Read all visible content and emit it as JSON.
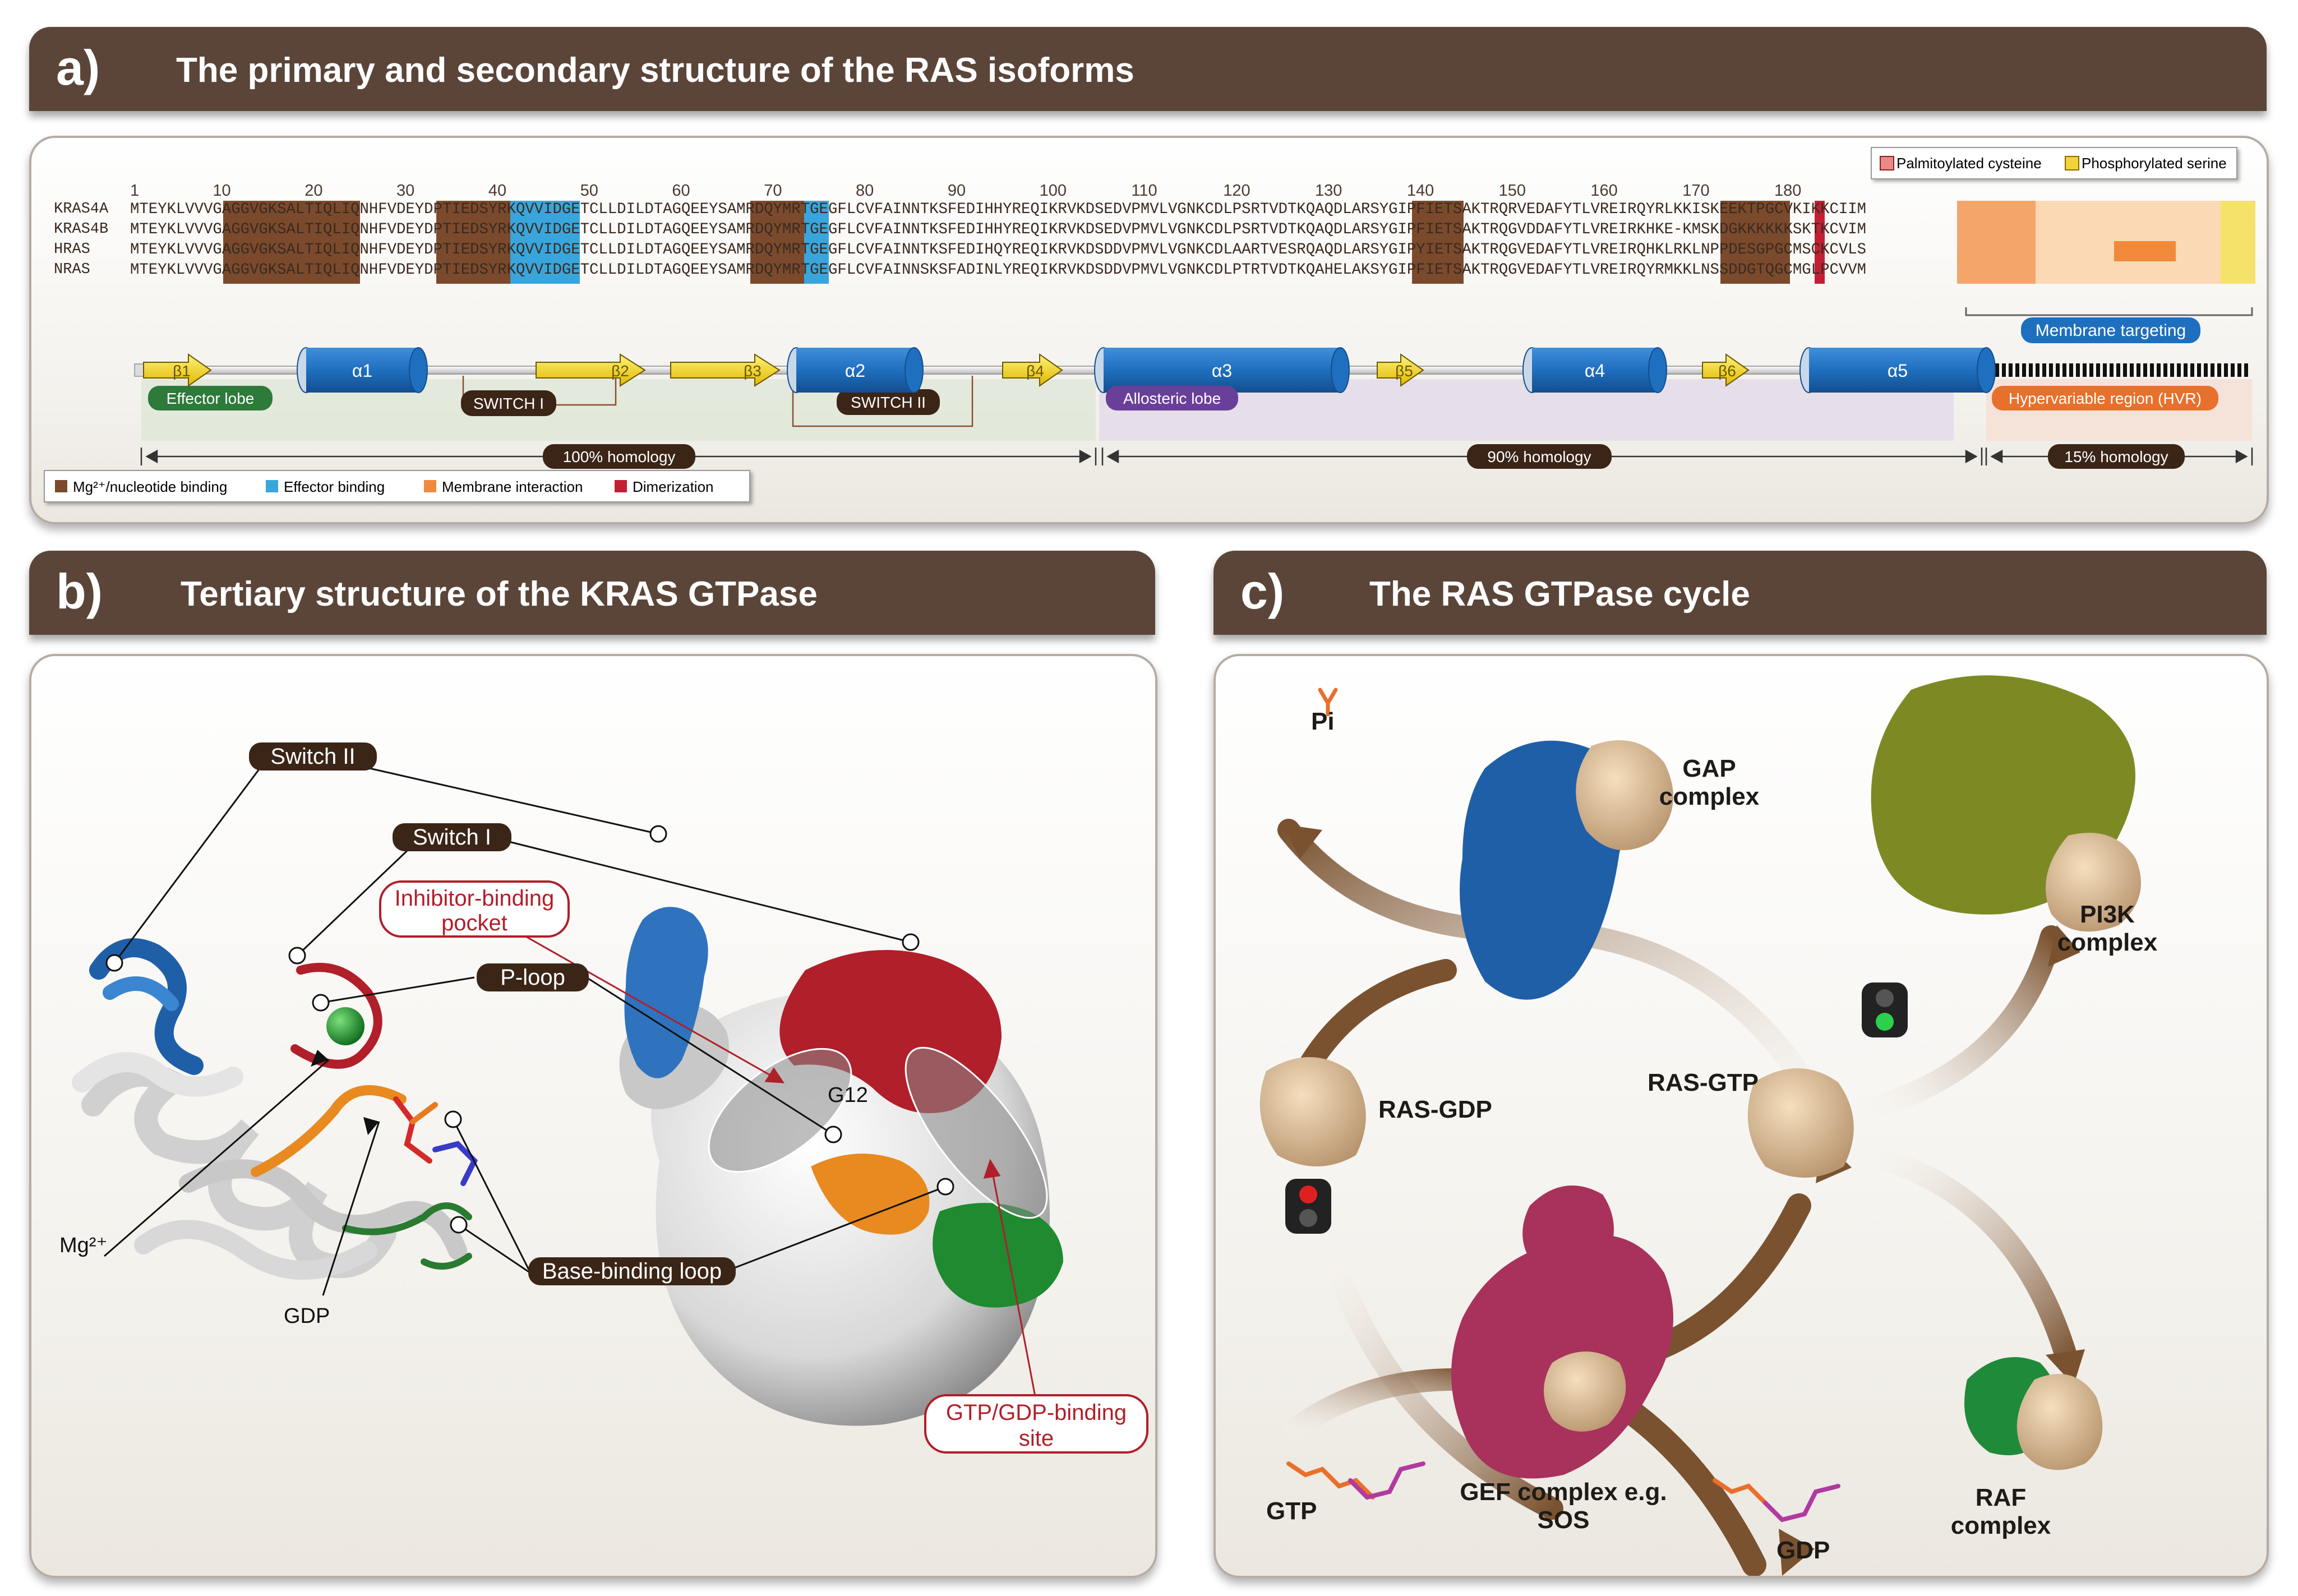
{
  "panel_a": {
    "letter": "a)",
    "title": "The primary and secondary structure of the RAS isoforms",
    "legend_top": [
      {
        "label": "Palmitoylated cysteine",
        "color": "#e88a8a"
      },
      {
        "label": "Phosphorylated serine",
        "color": "#f2d33a"
      }
    ],
    "positions": [
      "1",
      "10",
      "20",
      "30",
      "40",
      "50",
      "60",
      "70",
      "80",
      "90",
      "100",
      "110",
      "120",
      "130",
      "140",
      "150",
      "160",
      "170",
      "180"
    ],
    "sequences": [
      {
        "name": "KRAS4A",
        "seq": "MTEYKLVVVGAGGVGKSALTIQLIQNHFVDEYDPTIEDSYRKQVVIDGETCLLDILDTAGQEEYSAMRDQYMRTGEGFLCVFAINNTKSFEDIHHYREQIKRVKDSEDVPMVLVGNKCDLPSRTVDTKQAQDLARSYGIPFIETSAKTRQRVEDAFYTLVREIRQYRLKKISKEEKTPGCVKIKKCIIM"
      },
      {
        "name": "KRAS4B",
        "seq": "MTEYKLVVVGAGGVGKSALTIQLIQNHFVDEYDPTIEDSYRKQVVIDGETCLLDILDTAGQEEYSAMRDQYMRTGEGFLCVFAINNTKSFEDIHHYREQIKRVKDSEDVPMVLVGNKCDLPSRTVDTKQAQDLARSYGIPFIETSAKTRQGVDDAFYTLVREIRKHKE-KMSKDGKKKKKKSKTKCVIM"
      },
      {
        "name": "HRAS",
        "seq": "MTEYKLVVVGAGGVGKSALTIQLIQNHFVDEYDPTIEDSYRKQVVIDGETCLLDILDTAGQEEYSAMRDQYMRTGEGFLCVFAINNTKSFEDIHQYREQIKRVKDSDDVPMVLVGNKCDLAARTVESRQAQDLARSYGIPYIETSAKTRQGVEDAFYTLVREIRQHKLRKLNPPDESGPGCMSCKCVLS"
      },
      {
        "name": "NRAS",
        "seq": "MTEYKLVVVGAGGVGKSALTIQLIQNHFVDEYDPTIEDSYRKQVVIDGETCLLDILDTAGQEEYSAMRDQYMRTGEGFLCVFAINNSKSFADINLYREQIKRVKDSDDVPMVLVGNKCDLPTRTVDTKQAHELAKSYGIPFIETSAKTRQGVEDAFYTLVREIRQYRMKKLNSSDDGTQGCMGLPCVVM"
      }
    ],
    "strands": [
      "β1",
      "β2",
      "β3",
      "β4",
      "β5",
      "β6"
    ],
    "helices": [
      "α1",
      "α2",
      "α3",
      "α4",
      "α5"
    ],
    "switch_1": "SWITCH I",
    "switch_2": "SWITCH II",
    "membrane_targeting": "Membrane targeting",
    "effector_lobe": "Effector lobe",
    "allosteric_lobe": "Allosteric lobe",
    "hvr": "Hypervariable region (HVR)",
    "homology": [
      "100% homology",
      "90% homology",
      "15% homology"
    ],
    "legend_bottom": [
      {
        "label": "Mg²⁺/nucleotide binding",
        "color": "#7b4a2c"
      },
      {
        "label": "Effector binding",
        "color": "#38a6dd"
      },
      {
        "label": "Membrane interaction",
        "color": "#f08a3a"
      },
      {
        "label": "Dimerization",
        "color": "#c21f34"
      }
    ]
  },
  "panel_b": {
    "letter": "b)",
    "title": "Tertiary structure of the KRAS GTPase",
    "switch_2": "Switch II",
    "switch_1": "Switch I",
    "inhibitor_pocket": "Inhibitor-binding pocket",
    "p_loop": "P-loop",
    "g12": "G12",
    "mg": "Mg²⁺",
    "gdp": "GDP",
    "base_loop": "Base-binding loop",
    "gtp_site": "GTP/GDP-binding site"
  },
  "panel_c": {
    "letter": "c)",
    "title": "The RAS GTPase  cycle",
    "pi": "Pi",
    "gap": "GAP complex",
    "pi3k": "PI3K complex",
    "ras_gdp": "RAS-GDP",
    "ras_gtp": "RAS-GTP",
    "gef": "GEF complex e.g. SOS",
    "raf": "RAF complex",
    "gtp": "GTP",
    "gdp": "GDP"
  },
  "colors": {
    "header_brown": "#5b4539",
    "dark_brown": "#3b2517",
    "helix_blue": "#1f6fbf",
    "strand_yellow": "#f4d60c",
    "effector_green": "#2d7a3a",
    "allosteric_purple": "#6a3f9a",
    "hvr_orange": "#e8702c",
    "switch_red": "#b41e2a",
    "ploop_orange": "#e88a1f"
  }
}
